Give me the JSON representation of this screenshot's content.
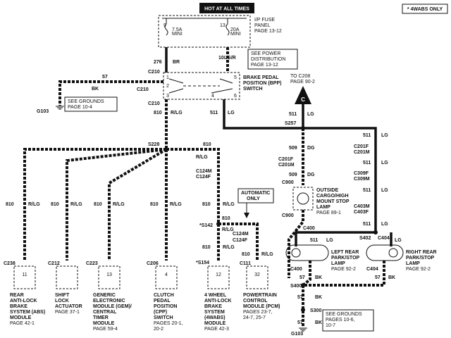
{
  "header": {
    "hot_label": "HOT AT ALL TIMES",
    "note": "* 4WABS ONLY"
  },
  "fuse": {
    "title_lines": [
      "I/P FUSE",
      "PANEL",
      "PAGE 13-12"
    ],
    "fuse9": {
      "num": "9",
      "rating": "7.5A",
      "type": "MINI"
    },
    "fuse13": {
      "num": "13",
      "rating": "20A",
      "type": "MINI"
    }
  },
  "wires": {
    "w276": "276",
    "w276c": "BR",
    "w10": "10",
    "w10c": "LG/R",
    "w57": "57",
    "w57c": "BK",
    "w810": "810",
    "w810c": "R/LG",
    "w511": "511",
    "w511c": "LG",
    "w509": "509",
    "w509c": "DG"
  },
  "power_note": [
    "SEE POWER",
    "DISTRIBUTION",
    "PAGE 13-12"
  ],
  "bpp": {
    "conn": "C210",
    "title_lines": [
      "BRAKE PEDAL",
      "POSITION (BPP)",
      "SWITCH"
    ],
    "pins": [
      "1",
      "2",
      "3",
      "4",
      "5",
      "6"
    ]
  },
  "ground_top": {
    "id": "G103",
    "lines": [
      "SEE GROUNDS",
      "PAGE 10-4"
    ]
  },
  "to_c208": [
    "TO C208",
    "PAGE 90-2"
  ],
  "connector_c": "C",
  "splices": {
    "s257": "S257",
    "s228": "S228",
    "s142": "*S142",
    "s154": "*S154",
    "s402": "S402",
    "s400": "S400",
    "s300": "S300"
  },
  "conns": {
    "c201f": "C201F",
    "c201m": "C201M",
    "c900": "C900",
    "c124m": "C124M",
    "c124f": "C124F",
    "c309f": "C309F",
    "c309m": "C309M",
    "c403m": "C403M",
    "c403f": "C403F",
    "c404": "C404",
    "c400": "C400",
    "c238": "C238",
    "c212": "C212",
    "c223": "C223",
    "c206": "C206",
    "c111": "C111"
  },
  "automatic_only": [
    "AUTOMATIC",
    "ONLY"
  ],
  "lamp_center": [
    "OUTSIDE",
    "CARGO/HIGH",
    "MOUNT STOP",
    "LAMP",
    "PAGE 89-1"
  ],
  "lamp_left": [
    "LEFT REAR",
    "PARK/STOP",
    "LAMP",
    "PAGE 92-2"
  ],
  "lamp_right": [
    "RIGHT REAR",
    "PARK/STOP",
    "LAMP",
    "PAGE 92-2"
  ],
  "ground_bottom": {
    "id": "G103",
    "lines": [
      "SEE GROUNDS",
      "PAGES 10-6,",
      "10-7"
    ]
  },
  "modules": [
    {
      "pin": "11",
      "lines": [
        "REAR",
        "ANTI-LOCK",
        "BRAKE",
        "SYSTEM (ABS)",
        "MODULE",
        "PAGE 42-1"
      ]
    },
    {
      "pin": "",
      "lines": [
        "SHIFT",
        "LOCK",
        "ACTUATOR",
        "PAGE 37-1"
      ]
    },
    {
      "pin": "13",
      "lines": [
        "GENERIC",
        "ELECTRONIC",
        "MODULE (GEM)/",
        "CENTRAL",
        "TIMER",
        "MODULE",
        "PAGE 59-4"
      ]
    },
    {
      "pin": "4",
      "lines": [
        "CLUTCH",
        "PEDAL",
        "POSITION",
        "(CPP)",
        "SWITCH",
        "PAGES 20-1,",
        "20-2"
      ]
    },
    {
      "pin": "12",
      "lines": [
        "4 WHEEL",
        "ANTI-LOCK",
        "BRAKE",
        "SYSTEM",
        "(4WABS)",
        "MODULE",
        "PAGE 42-3"
      ]
    },
    {
      "pin": "32",
      "lines": [
        "POWERTRAIN",
        "CONTROL",
        "MODULE (PCM)",
        "PAGES 23-7,",
        "24-7, 25-7"
      ]
    }
  ],
  "colors": {
    "line": "#111111",
    "background": "#ffffff"
  }
}
